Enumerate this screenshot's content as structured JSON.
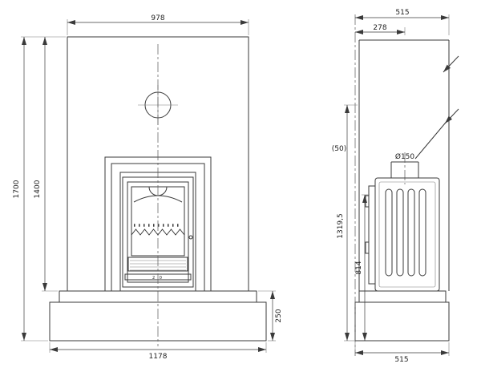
{
  "front_view": {
    "dims": {
      "width_top": "978",
      "height_total": "1700",
      "height_upper": "1400",
      "base_height": "250",
      "width_base": "1178"
    },
    "stove": {
      "vent_scale": "2 0"
    }
  },
  "side_view": {
    "dims": {
      "depth_top": "515",
      "flue_offset": "278",
      "clearance_ref": "(50)",
      "flue_diameter": "Ø150",
      "flue_center_height": "1319,5",
      "firebox_height": "814",
      "depth_base": "515"
    }
  },
  "colors": {
    "line": "#3a3a3a",
    "background": "#ffffff"
  }
}
